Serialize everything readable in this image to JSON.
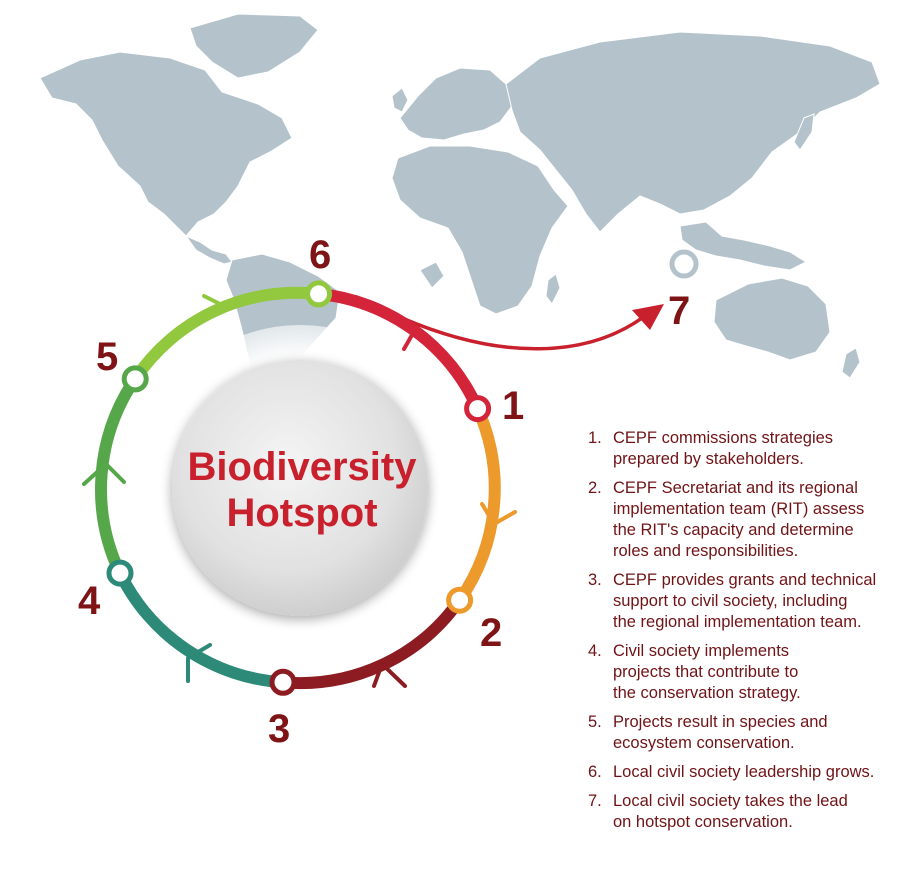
{
  "hub": {
    "line1": "Biodiversity",
    "line2": "Hotspot"
  },
  "colors": {
    "map": "#b4c3cb",
    "title_red": "#c8202c",
    "number_dark_red": "#7e1416",
    "arc_red": "#d3243a",
    "arc_orange": "#ec9a2b",
    "arc_maroon": "#8c1c21",
    "arc_teal": "#2d8a78",
    "arc_green": "#56a64a",
    "arc_lime": "#92c83e",
    "list_text": "#6f1316"
  },
  "cycle_labels": [
    "1",
    "2",
    "3",
    "4",
    "5",
    "6",
    "7"
  ],
  "steps": [
    {
      "n": "1.",
      "text": "CEPF commissions strategies\nprepared by stakeholders."
    },
    {
      "n": "2.",
      "text": "CEPF Secretariat and its regional\nimplementation team (RIT) assess\nthe RIT's capacity and determine\nroles and responsibilities."
    },
    {
      "n": "3.",
      "text": "CEPF provides grants and technical\nsupport to civil society, including\nthe regional implementation team."
    },
    {
      "n": "4.",
      "text": "Civil society implements\nprojects that contribute to\nthe conservation strategy."
    },
    {
      "n": "5.",
      "text": "Projects result in species and\necosystem conservation."
    },
    {
      "n": "6.",
      "text": "Local civil society leadership grows."
    },
    {
      "n": "7.",
      "text": "Local civil society takes the lead\non hotspot conservation."
    }
  ]
}
